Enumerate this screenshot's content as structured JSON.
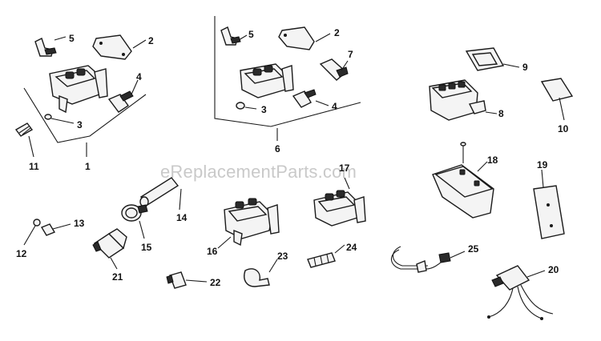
{
  "watermark": "eReplacementParts.com",
  "callouts": {
    "c1": "1",
    "c2": "2",
    "c3": "3",
    "c4": "4",
    "c5": "5",
    "c6": "6",
    "c7": "7",
    "c8": "8",
    "c9": "9",
    "c10": "10",
    "c11": "11",
    "c12": "12",
    "c13": "13",
    "c14": "14",
    "c15": "15",
    "c16": "16",
    "c17": "17",
    "c18": "18",
    "c19": "19",
    "c20": "20",
    "c21": "21",
    "c22": "22",
    "c23": "23",
    "c24": "24",
    "c25": "25",
    "c2b": "2",
    "c3b": "3",
    "c4b": "4",
    "c5b": "5"
  }
}
